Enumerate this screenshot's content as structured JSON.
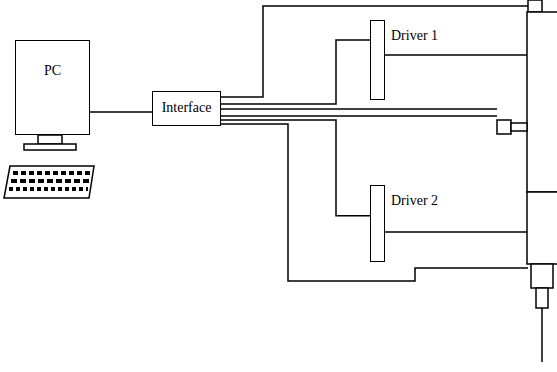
{
  "diagram": {
    "nodes": [
      {
        "text": [
          "PC"
        ]
      },
      {
        "text": [
          "Interface"
        ]
      },
      {
        "text": [
          "Driver 1"
        ]
      },
      {
        "text": [
          "Driver 2"
        ]
      }
    ],
    "edges": [
      {
        "from": 0,
        "to": 1,
        "arrow": "none"
      },
      {
        "from": 1,
        "to": 2,
        "arrow": "none"
      },
      {
        "from": 1,
        "to": 3,
        "arrow": "none"
      }
    ]
  }
}
